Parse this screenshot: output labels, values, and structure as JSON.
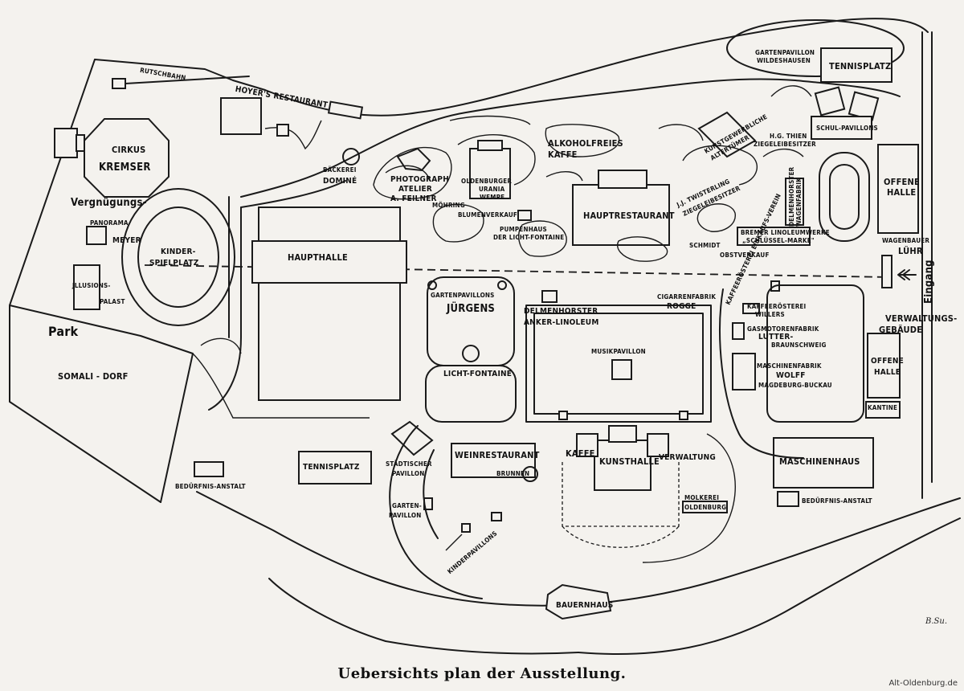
{
  "title": "Uebersichts plan der Ausstellung.",
  "watermark": "Alt-Oldenburg.de",
  "signature": "B.Su.",
  "labels": {
    "rutschbahn": "RUTSCHBAHN",
    "hoyers_restaurant": "HOYER'S RESTAURANT",
    "cirkus": "CIRKUS",
    "kremser": "KREMSER",
    "vergnuegungs_park": "Vergnügungs-",
    "park": "Park",
    "panorama": "PANORAMA",
    "meyer": "MEYER",
    "kinderspielplatz_1": "KINDER-",
    "kinderspielplatz_2": "SPIELPLATZ",
    "illusions_1": "JLLUSIONS-",
    "illusions_2": "PALAST",
    "somali_dorf": "SOMALI - DORF",
    "baeckerei_1": "BÄCKEREI",
    "baeckerei_2": "DOMINÉ",
    "photograph_1": "PHOTOGRAPH",
    "photograph_2": "ATELIER",
    "photograph_3": "A. FEILNER",
    "oldenburger_1": "OLDENBURGER",
    "oldenburger_2": "URANIA",
    "oldenburger_3": "WEMPE",
    "moehring": "MÖHRING",
    "blumenverkauf": "BLUMENVERKAUF",
    "alkoholfreies_1": "ALKOHOLFREIES",
    "alkoholfreies_2": "KAFFE",
    "pumpenhaus_1": "PUMPENHAUS",
    "pumpenhaus_2": "DER LICHT-FONTAINE",
    "hauptrestaurant": "HAUPTRESTAURANT",
    "haupthalle": "HAUPTHALLE",
    "gartenpavillon_wildeshausen_1": "GARTENPAVILLON",
    "gartenpavillon_wildeshausen_2": "WILDESHAUSEN",
    "tennisplatz_ne": "TENNISPLATZ",
    "schul_pavillons": "SCHUL-PAVILLONS",
    "kunstgewerbliche_1": "KUNSTGEWERBLICHE",
    "kunstgewerbliche_2": "ALTERTÜMER",
    "hg_thien_1": "H.G. THIEN",
    "hg_thien_2": "ZIEGELEIBESITZER",
    "twisterling_1": "J.J. TWISTERLING",
    "twisterling_2": "ZIEGELEIBESITZER",
    "delmenhorster_wagen_1": "DELMENHORSTER",
    "delmenhorster_wagen_2": "WAGENFABRIK",
    "offene_halle_1": "OFFENE",
    "offene_halle_2": "HALLE",
    "bremer_1": "BREMER LINOLEUMWERKE",
    "bremer_2": "„SCHLÜSSEL-MARKE\"",
    "schmidt": "SCHMIDT",
    "obstverkauf": "OBSTVERKAUF",
    "wagenbauer_1": "WAGENBAUER",
    "wagenbauer_2": "LÜHR",
    "eingang": "Eingang",
    "gartenpavillons_1": "GARTENPAVILLONS",
    "gartenpavillons_2": "JÜRGENS",
    "delmenhorster_anker_1": "DELMENHORSTER",
    "delmenhorster_anker_2": "ANKER-LINOLEUM",
    "cigarrenfabrik_1": "CIGARRENFABRIK",
    "cigarrenfabrik_2": "ROGGE",
    "kaffeerosterei_schwertrans": "KAFFEERÖSTEREI EINKAUFS-VEREIN",
    "kaffeerosterei_willers_1": "KAFFEERÖSTEREI",
    "kaffeerosterei_willers_2": "WILLERS",
    "verwaltungsgebaeude_1": "VERWALTUNGS-",
    "verwaltungsgebaeude_2": "GEBÄUDE",
    "gasmotorenfabrik_1": "GASMOTORENFABRIK",
    "gasmotorenfabrik_2": "LUTTER-",
    "gasmotorenfabrik_3": "BRAUNSCHWEIG",
    "musikpavillon": "MUSIKPAVILLON",
    "licht_fontaine": "LICHT-FONTAINE",
    "maschinenfabrik_1": "MASCHINENFABRIK",
    "maschinenfabrik_2": "WOLFF",
    "maschinenfabrik_3": "MAGDEBURG-BUCKAU",
    "offene_halle_e_1": "OFFENE",
    "offene_halle_e_2": "HALLE",
    "kantine": "KANTINE",
    "weinrestaurant": "WEINRESTAURANT",
    "kaffe": "KAFFE",
    "kunsthalle": "KUNSTHALLE",
    "verwaltung": "VERWALTUNG",
    "maschinenhaus": "MASCHINENHAUS",
    "staedtischer_1": "STÄDTISCHER",
    "staedtischer_2": "PAVILLON",
    "tennisplatz_sw": "TENNISPLATZ",
    "beduerfnis_w": "BEDÜRFNIS-ANSTALT",
    "beduerfnis_e": "BEDÜRFNIS-ANSTALT",
    "brunnen": "BRUNNEN",
    "gartenpavillon_s_1": "GARTEN-",
    "gartenpavillon_s_2": "PAVILLON",
    "kinderpavillons": "KINDERPAVILLONS",
    "molkerei_1": "MOLKEREI",
    "molkerei_2": "OLDENBURG",
    "bauernhaus": "BAUERNHAUS"
  }
}
